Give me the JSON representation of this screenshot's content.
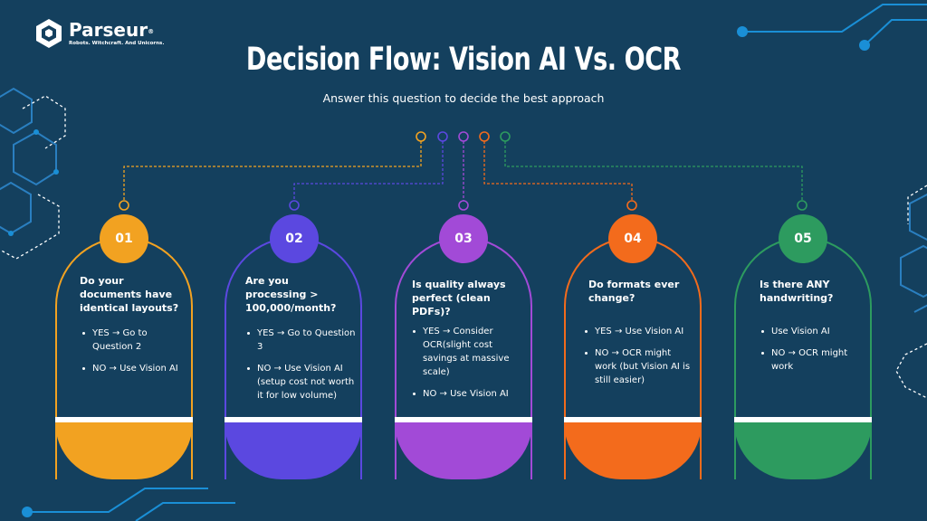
{
  "brand": {
    "name": "Parseur",
    "registered_mark": "®",
    "tagline": "Robots. Witchcraft. And Unicorns.",
    "icon": "parseur-cube-logo"
  },
  "title": "Decision Flow: Vision AI Vs. OCR",
  "subtitle": "Answer this question to decide the best approach",
  "colors": {
    "background": "#14405e",
    "accent_line": "#1a8fd6"
  },
  "cards": [
    {
      "number": "01",
      "color": "#f2a221",
      "question": "Do your documents have identical layouts?",
      "options": [
        "YES → Go to Question 2",
        "NO → Use Vision AI"
      ]
    },
    {
      "number": "02",
      "color": "#5b48e0",
      "question": "Are you processing > 100,000/month?",
      "options": [
        "YES → Go to Question 3",
        "NO → Use Vision AI (setup cost not worth it for low volume)"
      ]
    },
    {
      "number": "03",
      "color": "#a24ad7",
      "question": "Is quality always perfect (clean PDFs)?",
      "options": [
        "YES → Consider OCR(slight cost savings at massive scale)",
        "NO → Use Vision AI"
      ]
    },
    {
      "number": "04",
      "color": "#f36b1c",
      "question": "Do formats ever change?",
      "options": [
        "YES → Use Vision AI",
        "NO → OCR might work (but Vision AI is still easier)"
      ]
    },
    {
      "number": "05",
      "color": "#2d9b5f",
      "question": "Is there ANY handwriting?",
      "options": [
        "Use Vision AI",
        "NO → OCR might work"
      ]
    }
  ]
}
